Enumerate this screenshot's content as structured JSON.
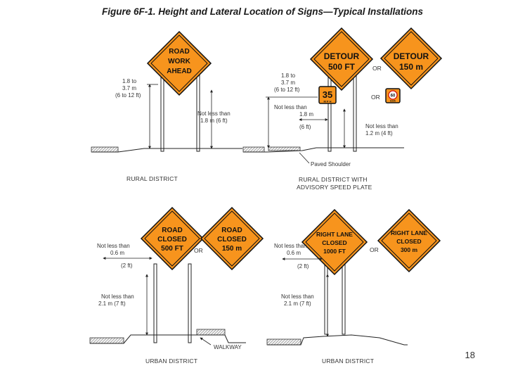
{
  "title": "Figure 6F-1.  Height and Lateral Location of Signs—Typical Installations",
  "page_number": "18",
  "colors": {
    "sign_orange": "#f7941d",
    "ink": "#111111"
  },
  "panels": {
    "rural": {
      "caption": "RURAL DISTRICT",
      "sign": [
        "ROAD",
        "WORK",
        "AHEAD"
      ],
      "height_note": [
        "1.8 to",
        "3.7 m",
        "(6 to 12 ft)"
      ],
      "lateral_note": [
        "Not less than",
        "1.8 m (6 ft)"
      ]
    },
    "rural_advisory": {
      "caption": [
        "RURAL DISTRICT WITH",
        "ADVISORY SPEED PLATE"
      ],
      "sign_left": [
        "DETOUR",
        "500 FT"
      ],
      "sign_right": [
        "DETOUR",
        "150 m"
      ],
      "plate_left": {
        "value": "35",
        "unit": "M P H"
      },
      "plate_right": {
        "value": "60",
        "unit": "km/h"
      },
      "or1": "OR",
      "or2": "OR",
      "height_note": [
        "1.8 to",
        "3.7 m",
        "(6 to 12 ft)"
      ],
      "lateral_note": [
        "Not less than",
        "1.8 m",
        "(6 ft)"
      ],
      "right_note": [
        "Not less than",
        "1.2 m (4 ft)"
      ],
      "shoulder": "Paved Shoulder"
    },
    "urban_left": {
      "caption": "URBAN DISTRICT",
      "sign_left": [
        "ROAD",
        "CLOSED",
        "500 FT"
      ],
      "sign_right": [
        "ROAD",
        "CLOSED",
        "150 m"
      ],
      "or": "OR",
      "lateral_note": [
        "Not less than",
        "0.6 m",
        "(2 ft)"
      ],
      "height_note": [
        "Not less than",
        "2.1 m (7 ft)"
      ],
      "walkway": "WALKWAY"
    },
    "urban_right": {
      "caption": "URBAN DISTRICT",
      "sign_left": [
        "RIGHT LANE",
        "CLOSED",
        "1000 FT"
      ],
      "sign_right": [
        "RIGHT LANE",
        "CLOSED",
        "300 m"
      ],
      "or": "OR",
      "lateral_note": [
        "Not less than",
        "0.6 m",
        "(2 ft)"
      ],
      "height_note": [
        "Not less than",
        "2.1 m (7 ft)"
      ]
    }
  }
}
